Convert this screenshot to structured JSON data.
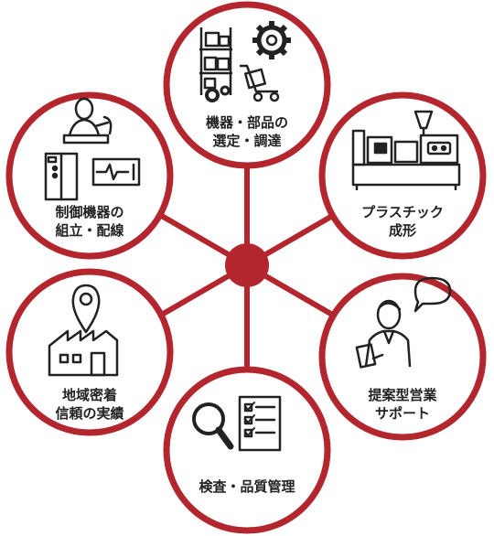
{
  "colors": {
    "accent": "#b3262d",
    "stroke": "#222222",
    "fill": "#ffffff"
  },
  "nodes": [
    {
      "id": "procurement",
      "lines": [
        "機器・部品の",
        "選定・調達"
      ],
      "icon": "parts-shelf-gears-cart-icon"
    },
    {
      "id": "molding",
      "lines": [
        "プラスチック",
        "成形"
      ],
      "icon": "injection-molding-machine-icon"
    },
    {
      "id": "sales",
      "lines": [
        "提案型営業",
        "サポート"
      ],
      "icon": "salesperson-speech-bubble-icon"
    },
    {
      "id": "inspection",
      "lines": [
        "検査・品質管理"
      ],
      "icon": "magnifier-checklist-icon"
    },
    {
      "id": "track-record",
      "lines": [
        "地域密着",
        "信頼の実績"
      ],
      "icon": "location-pin-factory-icon"
    },
    {
      "id": "assembly",
      "lines": [
        "制御機器の",
        "組立・配線"
      ],
      "icon": "worker-control-panel-icon"
    }
  ]
}
